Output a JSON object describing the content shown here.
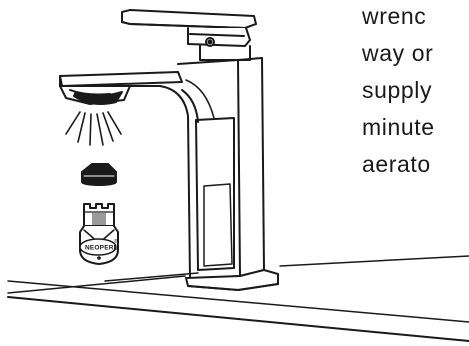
{
  "instructions": {
    "lines": [
      "wrenc",
      "way or",
      "supply",
      "minute",
      "aerato"
    ]
  },
  "aerator_key": {
    "brand": "NEOPERL",
    "registered_mark": "®"
  },
  "colors": {
    "ink": "#1a1a1a",
    "background": "#ffffff",
    "gray_fill": "#9a9a9a"
  }
}
